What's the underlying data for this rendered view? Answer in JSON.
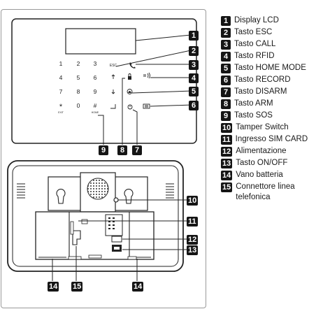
{
  "keypad": {
    "keys": [
      "1",
      "2",
      "3",
      "4",
      "5",
      "6",
      "7",
      "8",
      "9",
      "*",
      "0",
      "#"
    ],
    "sub_labels": [
      "",
      "",
      "",
      "",
      "",
      "",
      "",
      "",
      "",
      "EXIT",
      "",
      "HOME"
    ],
    "esc_label": "ESC"
  },
  "callouts": [
    "1",
    "2",
    "3",
    "4",
    "5",
    "6",
    "7",
    "8",
    "9",
    "10",
    "11",
    "12",
    "13",
    "14",
    "15"
  ],
  "legend": [
    {
      "num": "1",
      "text": "Display LCD"
    },
    {
      "num": "2",
      "text": "Tasto ESC"
    },
    {
      "num": "3",
      "text": "Tasto CALL"
    },
    {
      "num": "4",
      "text": "Tasto RFID"
    },
    {
      "num": "5",
      "text": "Tasto HOME MODE"
    },
    {
      "num": "6",
      "text": "Tasto RECORD"
    },
    {
      "num": "7",
      "text": "Tasto DISARM"
    },
    {
      "num": "8",
      "text": "Tasto ARM"
    },
    {
      "num": "9",
      "text": "Tasto SOS"
    },
    {
      "num": "10",
      "text": "Tamper Switch"
    },
    {
      "num": "11",
      "text": "Ingresso SIM CARD"
    },
    {
      "num": "12",
      "text": "Alimentazione"
    },
    {
      "num": "13",
      "text": "Tasto ON/OFF"
    },
    {
      "num": "14",
      "text": "Vano batteria"
    },
    {
      "num": "15",
      "text": "Connettore linea telefonica"
    }
  ]
}
